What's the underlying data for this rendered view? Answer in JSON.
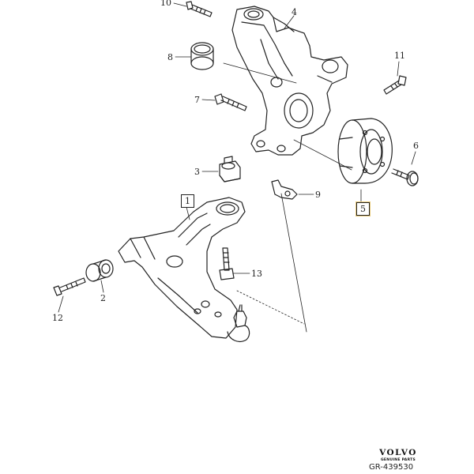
{
  "diagram": {
    "callouts": {
      "n1": "1",
      "n2": "2",
      "n3": "3",
      "n4": "4",
      "n5": "5",
      "n6": "6",
      "n7": "7",
      "n8": "8",
      "n9": "9",
      "n10": "10",
      "n11": "11",
      "n12": "12",
      "n13": "13"
    }
  },
  "branding": {
    "brand": "VOLVO",
    "brand_sub": "GENUINE PARTS",
    "figure_id": "GR-439530"
  },
  "colors": {
    "line": "#222222",
    "highlight_box": "#e8c97a"
  }
}
